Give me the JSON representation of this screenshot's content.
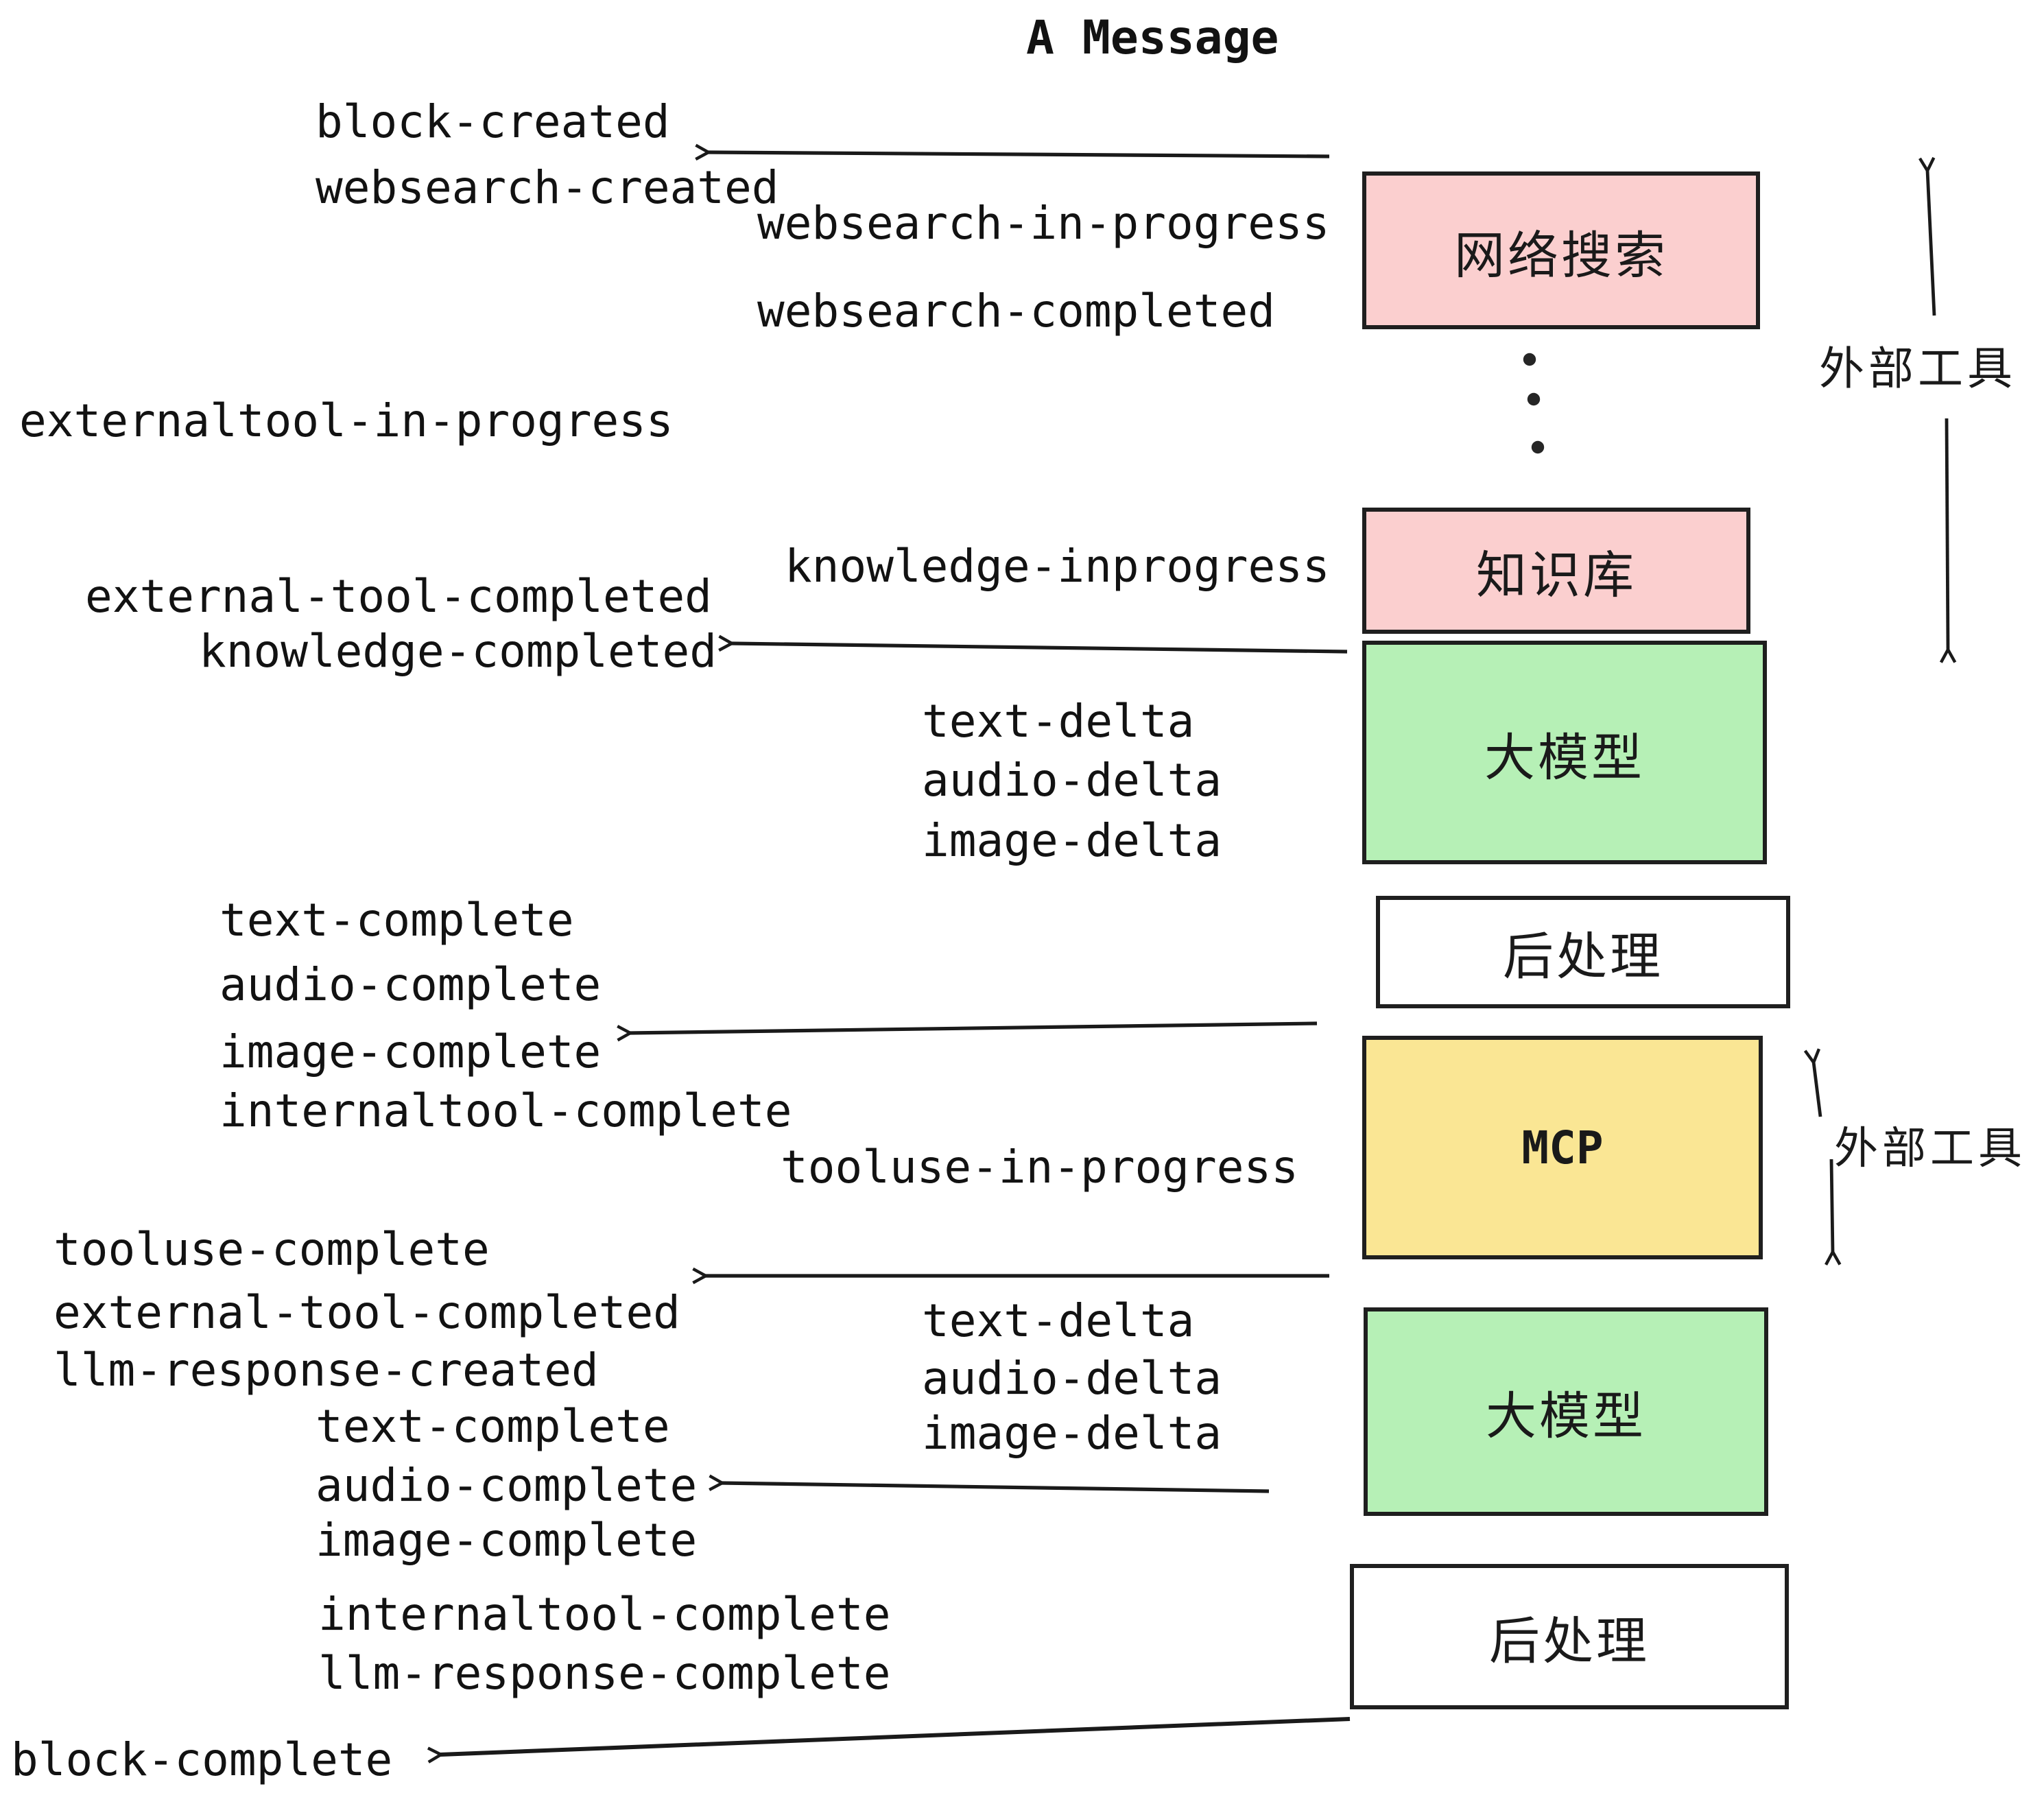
{
  "title": "A Message",
  "boxes": [
    {
      "id": "websearch",
      "label": "网络搜索",
      "color": "#FBCFCF"
    },
    {
      "id": "knowledge",
      "label": "知识库",
      "color": "#FBCFCF"
    },
    {
      "id": "llm-1",
      "label": "大模型",
      "color": "#B6F0B6"
    },
    {
      "id": "post-1",
      "label": "后处理",
      "color": "#FFFFFF"
    },
    {
      "id": "mcp",
      "label": "MCP",
      "color": "#FAE694"
    },
    {
      "id": "llm-2",
      "label": "大模型",
      "color": "#B6F0B6"
    },
    {
      "id": "post-2",
      "label": "后处理",
      "color": "#FFFFFF"
    }
  ],
  "side_labels": {
    "top": "外部工具",
    "bottom": "外部工具"
  },
  "events": [
    {
      "text": "block-created"
    },
    {
      "text": "websearch-created"
    },
    {
      "text": "websearch-in-progress"
    },
    {
      "text": "websearch-completed"
    },
    {
      "text": "externaltool-in-progress"
    },
    {
      "text": "knowledge-inprogress"
    },
    {
      "text": "external-tool-completed"
    },
    {
      "text": "knowledge-completed"
    },
    {
      "text": "text-delta"
    },
    {
      "text": "audio-delta"
    },
    {
      "text": "image-delta"
    },
    {
      "text": "text-complete"
    },
    {
      "text": "audio-complete"
    },
    {
      "text": "image-complete"
    },
    {
      "text": "internaltool-complete"
    },
    {
      "text": "tooluse-in-progress"
    },
    {
      "text": "tooluse-complete"
    },
    {
      "text": "external-tool-completed"
    },
    {
      "text": "llm-response-created"
    },
    {
      "text": "text-complete"
    },
    {
      "text": "audio-complete"
    },
    {
      "text": "image-complete"
    },
    {
      "text": "text-delta"
    },
    {
      "text": "audio-delta"
    },
    {
      "text": "image-delta"
    },
    {
      "text": "internaltool-complete"
    },
    {
      "text": "llm-response-complete"
    },
    {
      "text": "block-complete"
    }
  ],
  "colors": {
    "pink": "#FBCFCF",
    "green": "#B6F0B6",
    "yellow": "#FAE694",
    "box_border": "#1F1F1F",
    "ink": "#121212",
    "background": "#FFFFFF"
  }
}
